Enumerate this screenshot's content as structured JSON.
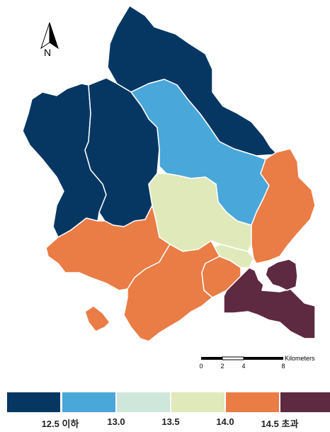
{
  "colors": {
    "le_12_5": "#063763",
    "c_13_0": "#4aa7d9",
    "c_13_5": "#cfe6db",
    "c_14_0": "#e0e9b9",
    "c_14_5": "#ea7c45",
    "gt_14_5": "#5e2a41"
  },
  "districts": [
    {
      "id": "north",
      "class": "le_12_5"
    },
    {
      "id": "west",
      "class": "le_12_5"
    },
    {
      "id": "center-west",
      "class": "le_12_5"
    },
    {
      "id": "central-blue",
      "class": "c_13_0"
    },
    {
      "id": "center-yellow",
      "class": "c_14_0"
    },
    {
      "id": "small-yellow",
      "class": "c_14_0"
    },
    {
      "id": "east-orange",
      "class": "c_14_5"
    },
    {
      "id": "southwest-orange",
      "class": "c_14_5"
    },
    {
      "id": "south-orange",
      "class": "c_14_5"
    },
    {
      "id": "southeast-orange",
      "class": "c_14_5"
    },
    {
      "id": "island-orange",
      "class": "c_14_5"
    },
    {
      "id": "far-southeast",
      "class": "gt_14_5"
    },
    {
      "id": "far-east-small",
      "class": "gt_14_5"
    }
  ],
  "north_arrow": {
    "label": "N"
  },
  "scalebar": {
    "unit": "Kilometers",
    "ticks": [
      "0",
      "2",
      "4",
      "8"
    ]
  },
  "legend": {
    "swatches": [
      "le_12_5",
      "c_13_0",
      "c_13_5",
      "c_14_0",
      "c_14_5",
      "gt_14_5"
    ],
    "labels": [
      "12.5 이하",
      "13.0",
      "13.5",
      "14.0",
      "14.5 초과"
    ]
  }
}
